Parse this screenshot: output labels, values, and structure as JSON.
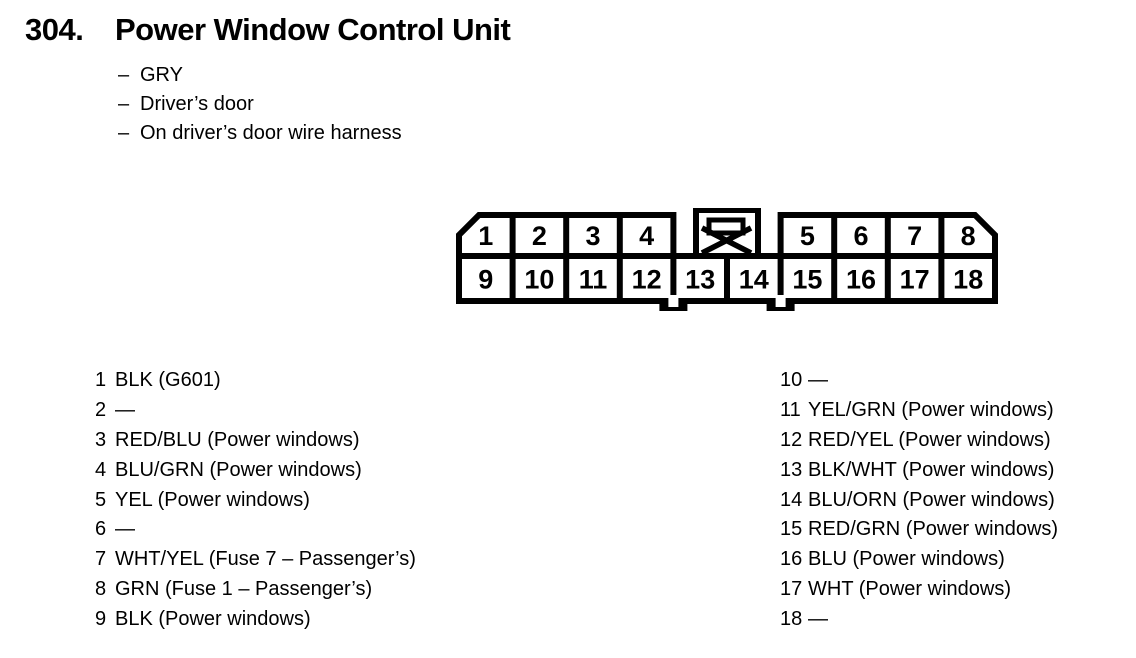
{
  "page": {
    "background_color": "#ffffff",
    "text_color": "#000000"
  },
  "header": {
    "section_number": "304.",
    "title": "Power Window Control Unit",
    "bullet_marker": "–",
    "bullets": [
      "GRY",
      "Driver’s door",
      "On driver’s door wire harness"
    ]
  },
  "connector": {
    "description": "18-pin connector, two rows, chamfered top corners",
    "top_row_labels": [
      "1",
      "2",
      "3",
      "4",
      "5",
      "6",
      "7",
      "8"
    ],
    "bottom_row_labels": [
      "9",
      "10",
      "11",
      "12",
      "13",
      "14",
      "15",
      "16",
      "17",
      "18"
    ],
    "icons": {
      "keyway": "crossed-box-keyway",
      "notches": "bottom-edge-slot-notch"
    }
  },
  "pins": {
    "left": [
      {
        "num": "1",
        "desc": "BLK (G601)"
      },
      {
        "num": "2",
        "desc": "—"
      },
      {
        "num": "3",
        "desc": "RED/BLU (Power windows)"
      },
      {
        "num": "4",
        "desc": "BLU/GRN (Power windows)"
      },
      {
        "num": "5",
        "desc": "YEL (Power windows)"
      },
      {
        "num": "6",
        "desc": "—"
      },
      {
        "num": "7",
        "desc": "WHT/YEL (Fuse 7 – Passenger’s)"
      },
      {
        "num": "8",
        "desc": "GRN (Fuse 1 – Passenger’s)"
      },
      {
        "num": "9",
        "desc": "BLK (Power windows)"
      }
    ],
    "right": [
      {
        "num": "10",
        "desc": "—"
      },
      {
        "num": "11",
        "desc": "YEL/GRN (Power windows)"
      },
      {
        "num": "12",
        "desc": "RED/YEL (Power windows)"
      },
      {
        "num": "13",
        "desc": "BLK/WHT (Power windows)"
      },
      {
        "num": "14",
        "desc": "BLU/ORN (Power windows)"
      },
      {
        "num": "15",
        "desc": "RED/GRN (Power windows)"
      },
      {
        "num": "16",
        "desc": "BLU (Power windows)"
      },
      {
        "num": "17",
        "desc": "WHT (Power windows)"
      },
      {
        "num": "18",
        "desc": "—"
      }
    ]
  }
}
